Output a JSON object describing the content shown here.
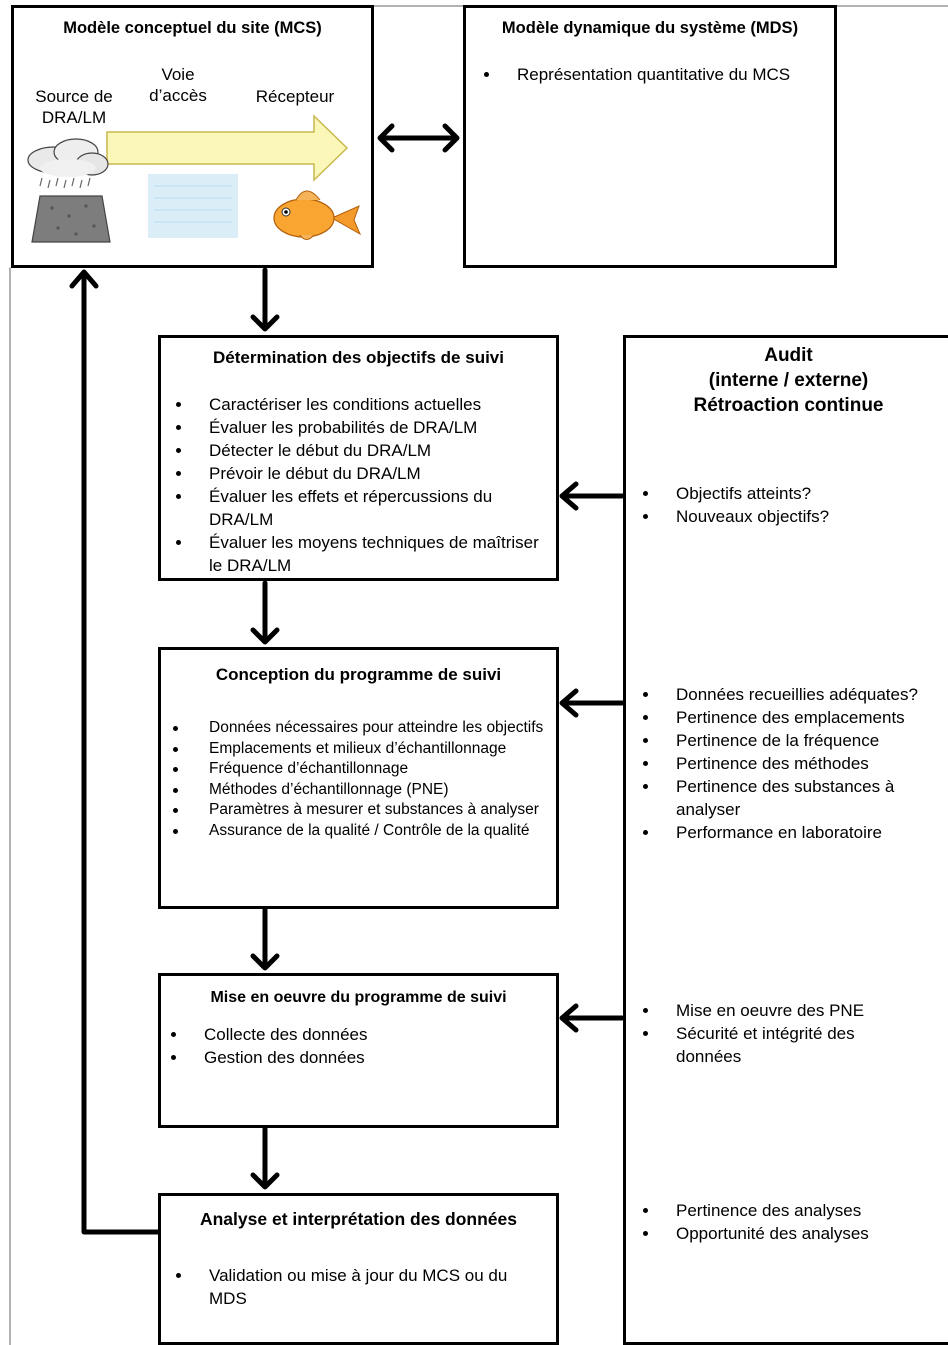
{
  "mcs": {
    "title": "Modèle conceptuel du site (MCS)",
    "source_label": "Source de DRA/LM",
    "pathway_label": "Voie d’accès",
    "receptor_label": "Récepteur",
    "icons": [
      "rain-cloud-icon",
      "waste-pile-icon",
      "water-icon",
      "goldfish-icon"
    ]
  },
  "mds": {
    "title": "Modèle dynamique du système (MDS)",
    "items": [
      "Représentation quantitative du MCS"
    ]
  },
  "objectives": {
    "title": "Détermination des objectifs de suivi",
    "items": [
      "Caractériser les conditions actuelles",
      "Évaluer les probabilités de DRA/LM",
      "Détecter le début du DRA/LM",
      "Prévoir le début du DRA/LM",
      "Évaluer les effets et répercussions du DRA/LM",
      "Évaluer les moyens techniques de maîtriser le DRA/LM"
    ]
  },
  "design": {
    "title": "Conception du programme de suivi",
    "items": [
      "Données nécessaires pour atteindre les objectifs",
      "Emplacements et milieux d’échantillonnage",
      "Fréquence d’échantillonnage",
      "Méthodes d’échantillonnage (PNE)",
      "Paramètres à mesurer et substances à analyser",
      "Assurance de la qualité / Contrôle de la qualité"
    ]
  },
  "implementation": {
    "title": "Mise en oeuvre du programme de suivi",
    "items": [
      "Collecte des données",
      "Gestion des données"
    ]
  },
  "analysis": {
    "title": "Analyse et interprétation des données",
    "items": [
      "Validation ou mise à jour du MCS ou du MDS"
    ]
  },
  "audit": {
    "title_line1": "Audit",
    "title_line2": "(interne / externe)",
    "title_line3": "Rétroaction continue",
    "group1": [
      "Objectifs atteints?",
      "Nouveaux objectifs?"
    ],
    "group2": [
      "Données recueillies adéquates?",
      "Pertinence des emplacements",
      "Pertinence de la fréquence",
      "Pertinence des méthodes",
      "Pertinence des substances à analyser",
      "Performance en laboratoire"
    ],
    "group3": [
      "Mise en oeuvre des PNE",
      "Sécurité et intégrité des données"
    ],
    "group4": [
      "Pertinence des analyses",
      "Opportunité des analyses"
    ]
  }
}
